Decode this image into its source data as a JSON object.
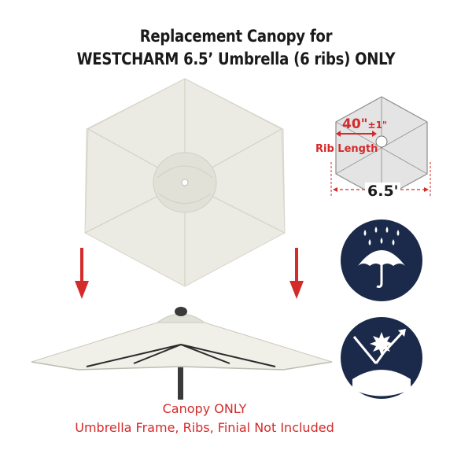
{
  "header": {
    "line1": "Replacement Canopy for",
    "line2": "WESTCHARM 6.5’ Umbrella (6 ribs) ONLY"
  },
  "diagram": {
    "rib_value": "40\"",
    "rib_tolerance": "±1\"",
    "rib_label": "Rib Length",
    "diameter": "6.5'"
  },
  "icons": {
    "rain": "rain-umbrella-icon",
    "sun": "uv-protection-icon"
  },
  "caption": {
    "line1": "Canopy ONLY",
    "line2": "Umbrella Frame, Ribs, Finial Not Included"
  },
  "colors": {
    "accent_red": "#d42a2a",
    "icon_navy": "#1b2a4a",
    "canopy": "#ecebe3"
  }
}
